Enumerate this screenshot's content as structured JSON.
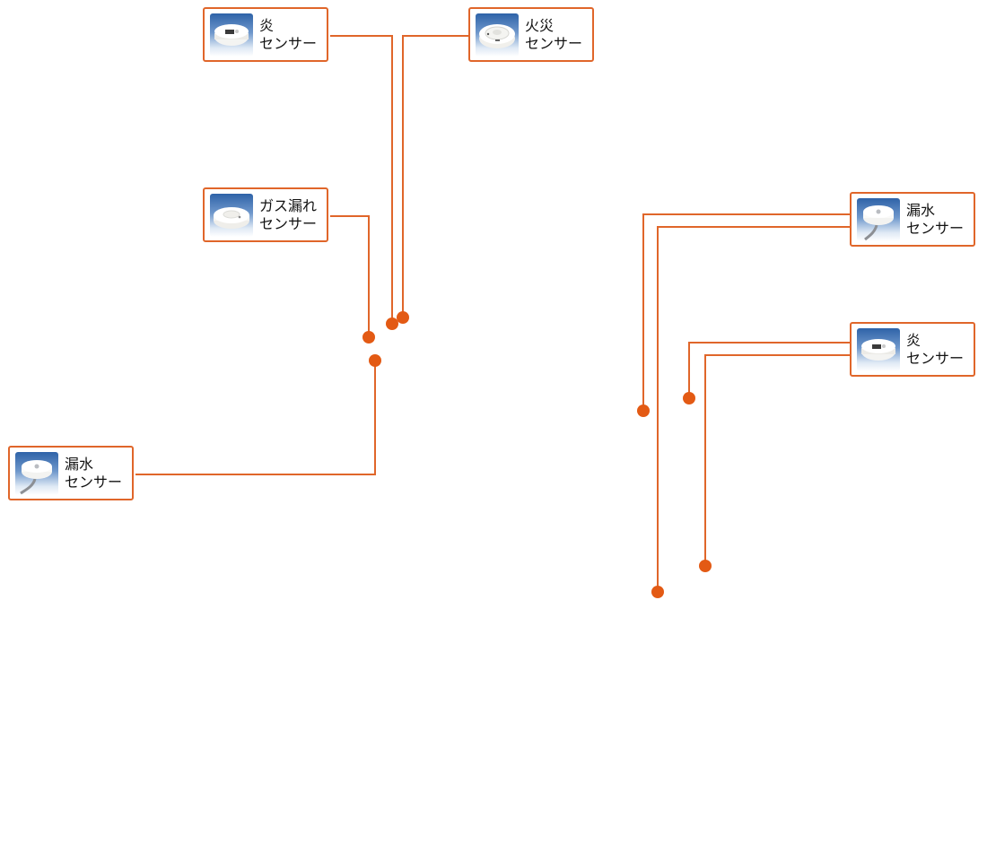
{
  "theme": {
    "accent": "#e0662a",
    "wire": "#e0662a",
    "dot": "#e35a14"
  },
  "sensors": [
    {
      "kind": "flame",
      "line1": "炎",
      "line2": "センサー",
      "icon": "flame-sensor-icon"
    },
    {
      "kind": "fire",
      "line1": "火災",
      "line2": "センサー",
      "icon": "fire-sensor-icon"
    },
    {
      "kind": "gas",
      "line1": "ガス漏れ",
      "line2": "センサー",
      "icon": "gas-leak-sensor-icon"
    },
    {
      "kind": "water",
      "line1": "漏水",
      "line2": "センサー",
      "icon": "water-leak-sensor-icon"
    },
    {
      "kind": "water",
      "line1": "漏水",
      "line2": "センサー",
      "icon": "water-leak-sensor-icon"
    },
    {
      "kind": "flame",
      "line1": "炎",
      "line2": "センサー",
      "icon": "flame-sensor-icon"
    }
  ]
}
